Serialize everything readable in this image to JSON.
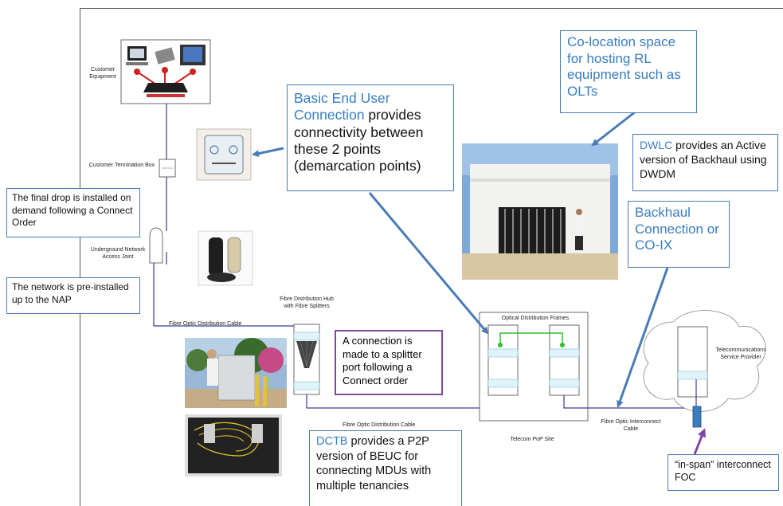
{
  "labels": {
    "customer_equipment": "Customer Equipment",
    "customer_termination_box": "Customer Termination Box",
    "underground_access_joint": "Underground Network Access Joint",
    "fibre_distribution_hub": "Fibre Distribution Hub with Fibre Splitters",
    "fibre_optic_distribution_cable_top": "Fibre Optic Distribution Cable",
    "fibre_optic_distribution_cable_bottom": "Fibre Optic Distribution Cable",
    "optical_distribution_frames": "Optical Distribution Frames",
    "telecom_pop_site": "Telecom PoP Site",
    "fibre_optic_interconnect_cable": "Fibre Optic Interconnect Cable",
    "telecommunications_service_provider": "Telecommunications Service Provider"
  },
  "callouts": {
    "final_drop": "The final drop is installed on demand following a Connect Order",
    "network_preinstalled": "The network is pre-installed up to the NAP",
    "beuc_highlight": "Basic End User Connection",
    "beuc_rest": "provides connectivity between these 2 points (demarcation points)",
    "colocation": "Co-location space for hosting RL equipment such as OLTs",
    "dwlc_highlight": "DWLC",
    "dwlc_rest": "provides an Active version of Backhaul using DWDM",
    "backhaul": "Backhaul Connection or CO-IX",
    "splitter_connection": "A connection is made to a splitter port following a Connect order",
    "dctb_highlight": "DCTB",
    "dctb_rest": "provides a P2P version of BEUC for connecting MDUs with multiple tenancies",
    "inspan": "“in-span” interconnect FOC"
  },
  "colors": {
    "callout_border": "#4a7bb7",
    "callout_highlight": "#3a7dc1",
    "arrow_blue": "#4a7bb7",
    "splitter_box_border": "#7d4aa1",
    "cable_line": "#3b3b9a",
    "connector_green": "#2fbf2f"
  }
}
